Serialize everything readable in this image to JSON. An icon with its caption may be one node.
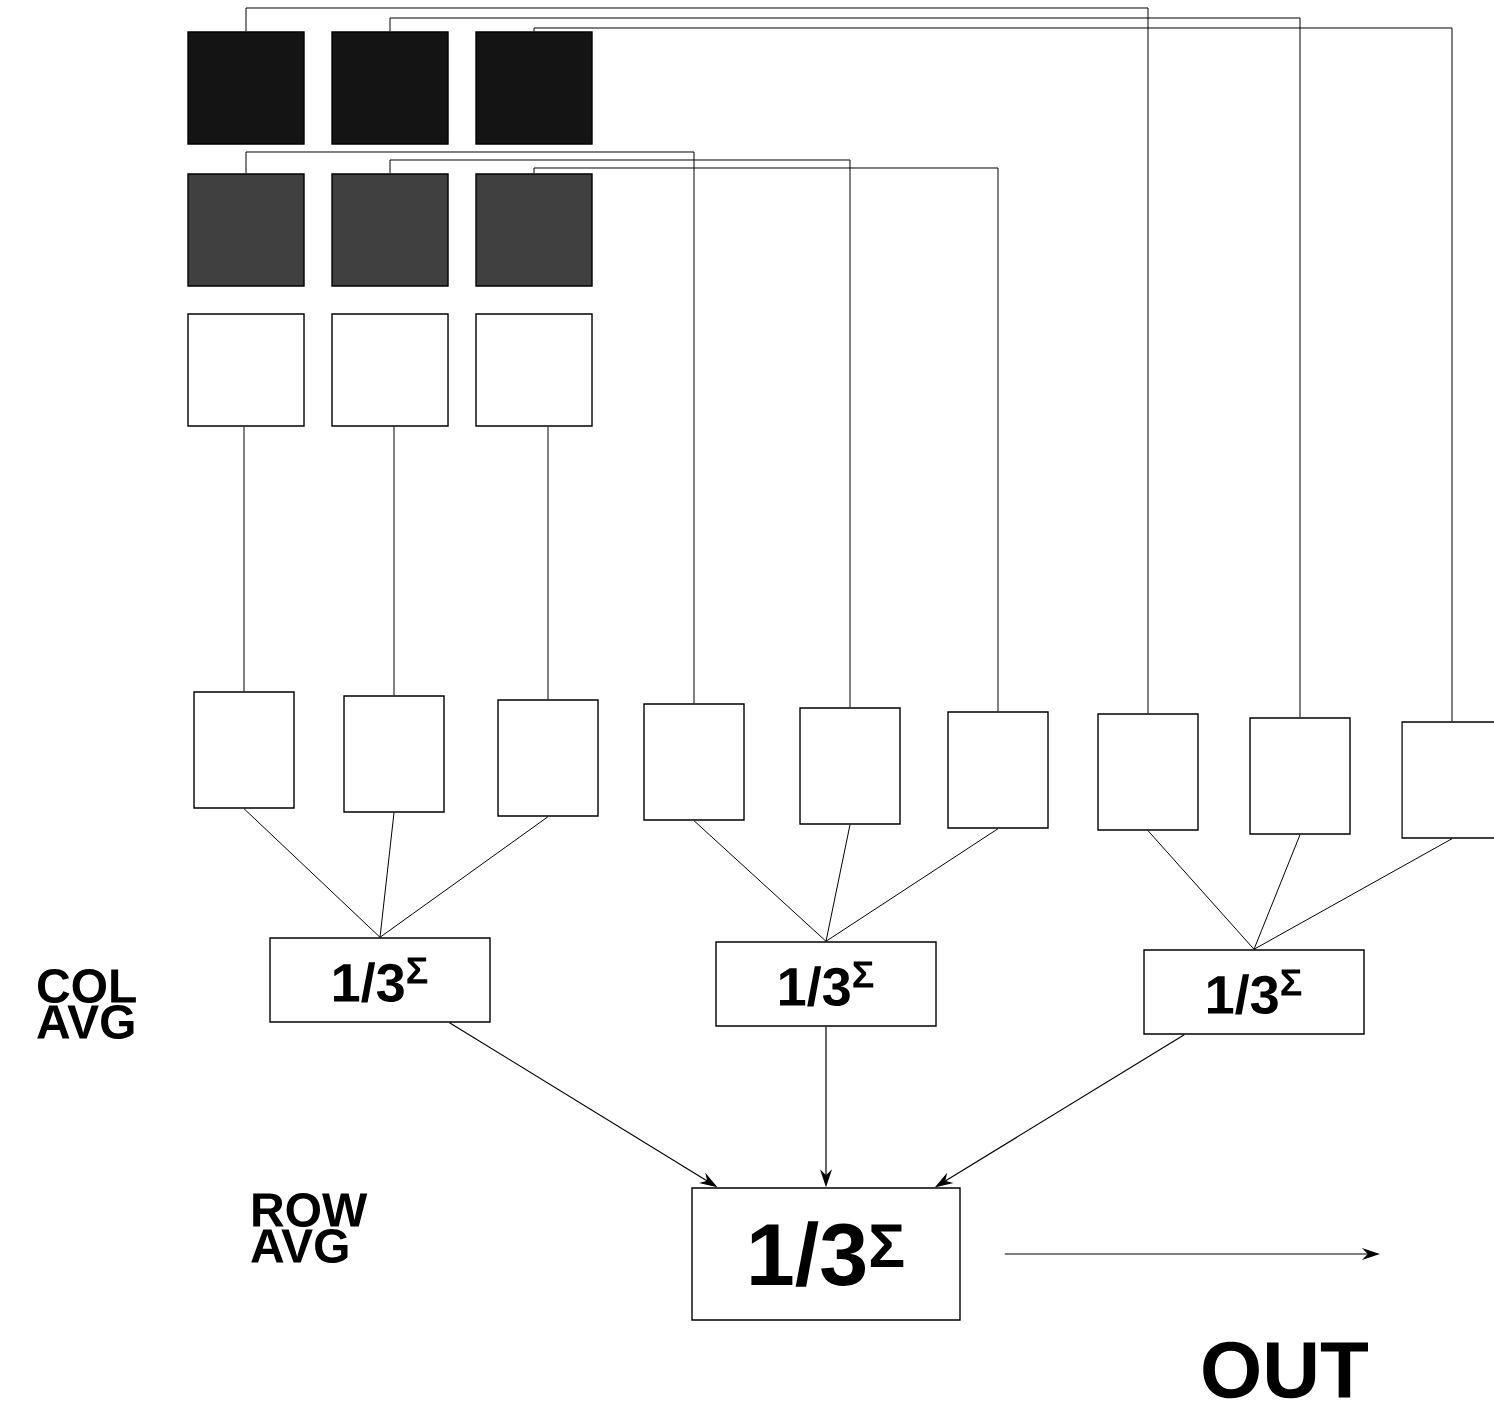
{
  "diagram": {
    "nodes": [
      {
        "text": [],
        "shape": "box"
      },
      {
        "text": [],
        "shape": "box"
      },
      {
        "text": [],
        "shape": "box"
      },
      {
        "text": [],
        "shape": "box"
      },
      {
        "text": [],
        "shape": "box"
      },
      {
        "text": [],
        "shape": "box"
      },
      {
        "text": [],
        "shape": "box"
      },
      {
        "text": [],
        "shape": "box"
      },
      {
        "text": [],
        "shape": "box"
      },
      {
        "text": [],
        "shape": "box"
      },
      {
        "text": [],
        "shape": "box"
      },
      {
        "text": [],
        "shape": "box"
      },
      {
        "text": [],
        "shape": "box"
      },
      {
        "text": [],
        "shape": "box"
      },
      {
        "text": [],
        "shape": "box"
      },
      {
        "text": [],
        "shape": "box"
      },
      {
        "text": [],
        "shape": "box"
      },
      {
        "text": [],
        "shape": "box"
      },
      {
        "text": [
          "1/3$^{Σ}$"
        ]
      },
      {
        "text": [
          "1/3$^{Σ}$"
        ]
      },
      {
        "text": [
          "1/3$^{Σ}$"
        ]
      },
      {
        "text": [
          "1/3$^{Σ}$"
        ]
      }
    ],
    "edges": [
      {
        "from": 6,
        "to": 9,
        "arrow": "none"
      },
      {
        "from": 7,
        "to": 10,
        "arrow": "none"
      },
      {
        "from": 8,
        "to": 11,
        "arrow": "none"
      },
      {
        "from": 3,
        "to": 12,
        "arrow": "none"
      },
      {
        "from": 4,
        "to": 13,
        "arrow": "none"
      },
      {
        "from": 5,
        "to": 14,
        "arrow": "none"
      },
      {
        "from": 0,
        "to": 15,
        "arrow": "none"
      },
      {
        "from": 1,
        "to": 16,
        "arrow": "none"
      },
      {
        "from": 2,
        "to": 17,
        "arrow": "none"
      },
      {
        "from": 9,
        "to": 18,
        "arrow": "none"
      },
      {
        "from": 10,
        "to": 18,
        "arrow": "none"
      },
      {
        "from": 11,
        "to": 18,
        "arrow": "none"
      },
      {
        "from": 12,
        "to": 19,
        "arrow": "none"
      },
      {
        "from": 13,
        "to": 19,
        "arrow": "none"
      },
      {
        "from": 14,
        "to": 19,
        "arrow": "none"
      },
      {
        "from": 15,
        "to": 20,
        "arrow": "none"
      },
      {
        "from": 16,
        "to": 20,
        "arrow": "none"
      },
      {
        "from": 17,
        "to": 20,
        "arrow": "none"
      },
      {
        "from": 18,
        "to": 21,
        "arrow": "to"
      },
      {
        "from": 19,
        "to": 21,
        "arrow": "to"
      },
      {
        "from": 20,
        "to": 21,
        "arrow": "to"
      },
      {
        "from": 21,
        "to": null,
        "arrow": "to"
      }
    ],
    "labels": [
      "COL AVG",
      "ROW AVG",
      "OUT"
    ]
  }
}
